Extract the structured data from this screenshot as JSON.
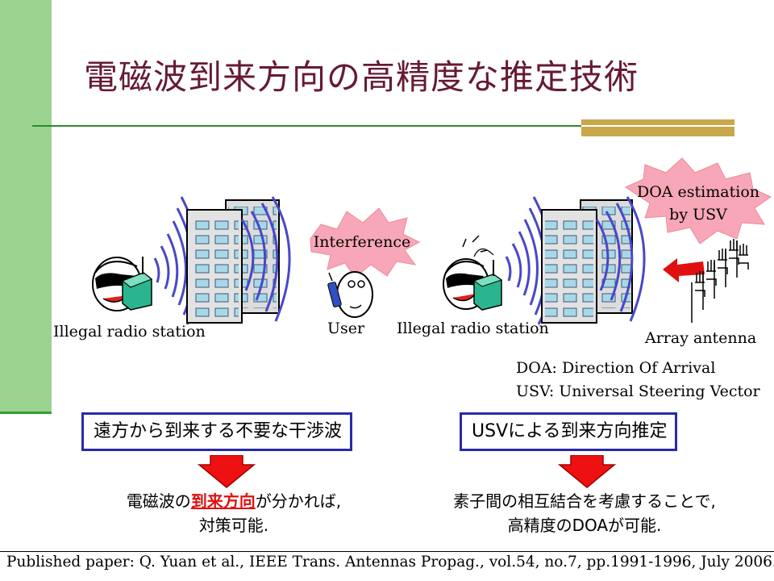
{
  "slide": {
    "title": "電磁波到来方向の高精度な推定技術",
    "colors": {
      "title": "#661a33",
      "side_bar": "#99d38f",
      "rule": "#2e8b2e",
      "accent": "#c8a84b",
      "box_border": "#2a2aa8",
      "arrow": "#e01010"
    }
  },
  "left_scene": {
    "station_label": "Illegal radio station",
    "interference_label": "Interference",
    "user_label": "User"
  },
  "right_scene": {
    "station_label": "Illegal radio station",
    "burst_line1": "DOA estimation",
    "burst_line2": "by USV",
    "antenna_label": "Array antenna"
  },
  "definitions": {
    "doa": "DOA: Direction Of Arrival",
    "usv": "USV: Universal Steering Vector"
  },
  "left_box": "遠方から到来する不要な干渉波",
  "right_box": "USVによる到来方向推定",
  "left_result": {
    "line1_pre": "電磁波の",
    "line1_highlight": "到来方向",
    "line1_post": "が分かれば,",
    "line2": "対策可能."
  },
  "right_result": {
    "line1": "素子間の相互結合を考慮することで,",
    "line2": "高精度のDOAが可能."
  },
  "footer": "Published paper: Q. Yuan et al., IEEE Trans. Antennas Propag., vol.54, no.7, pp.1991-1996, July 2006."
}
